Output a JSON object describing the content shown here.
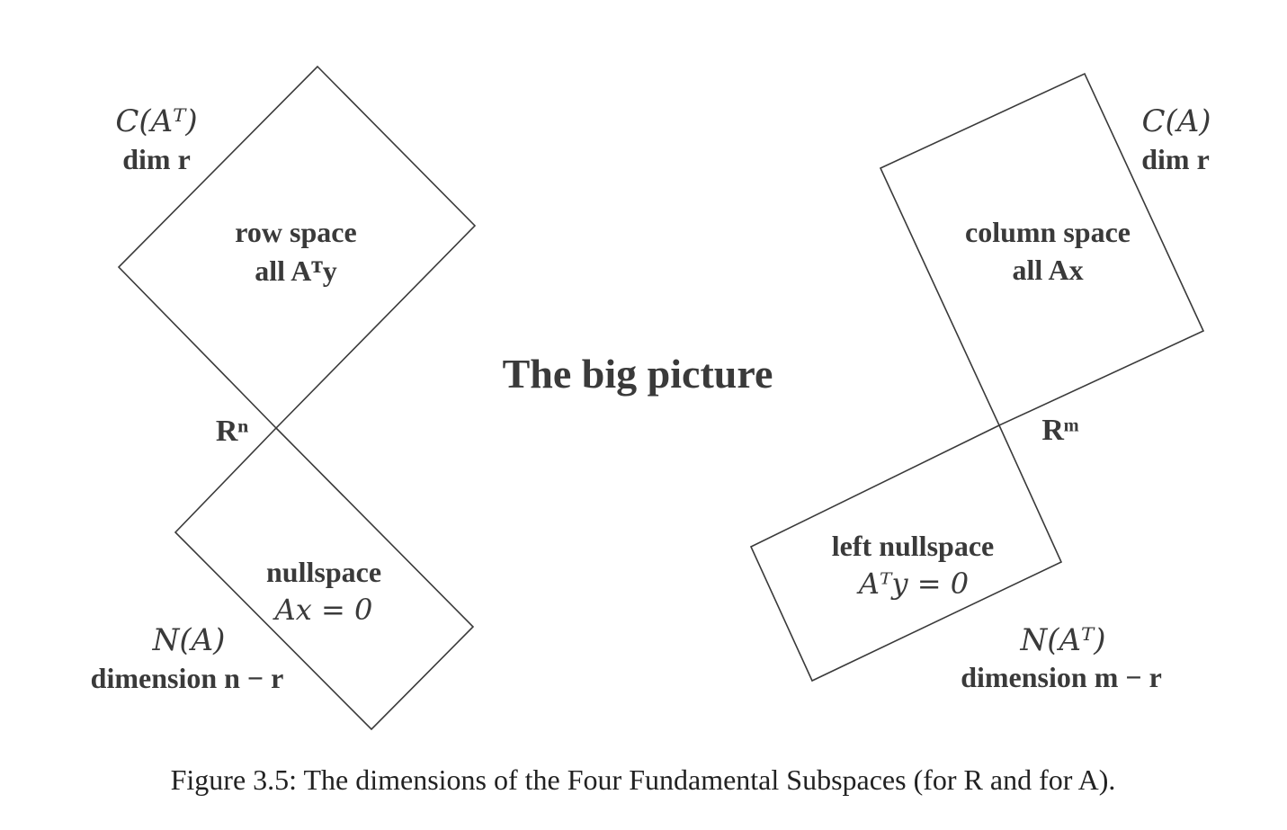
{
  "title": "The big picture",
  "left": {
    "row_space": {
      "name_label": "C(Aᵀ)",
      "dim_label": "dim r",
      "line1": "row space",
      "line2": "all Aᵀy"
    },
    "space_label": "Rⁿ",
    "nullspace": {
      "name_label": "N(A)",
      "dim_label": "dimension n − r",
      "line1": "nullspace",
      "line2": "Ax = 0"
    }
  },
  "right": {
    "column_space": {
      "name_label": "C(A)",
      "dim_label": "dim r",
      "line1": "column space",
      "line2": "all Ax"
    },
    "space_label": "Rᵐ",
    "left_nullspace": {
      "name_label": "N(Aᵀ)",
      "dim_label": "dimension m − r",
      "line1": "left nullspace",
      "line2": "Aᵀy = 0"
    }
  },
  "caption": "Figure 3.5: The dimensions of the Four Fundamental Subspaces (for R and for A)."
}
